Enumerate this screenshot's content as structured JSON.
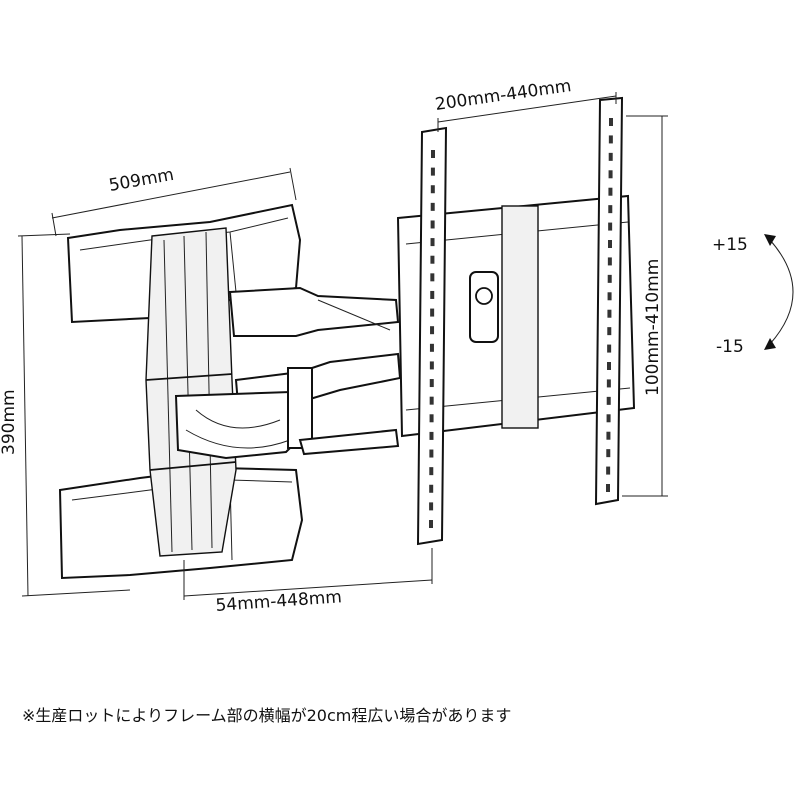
{
  "dimensions": {
    "width_label": "509mm",
    "height_label": "390mm",
    "extension_label": "54mm-448mm",
    "vesa_horizontal_label": "200mm-440mm",
    "vesa_vertical_label": "100mm-410mm"
  },
  "tilt": {
    "up_label": "+15",
    "down_label": "-15"
  },
  "footnote": "※生産ロットによりフレーム部の横幅が20cm程広い場合があります"
}
